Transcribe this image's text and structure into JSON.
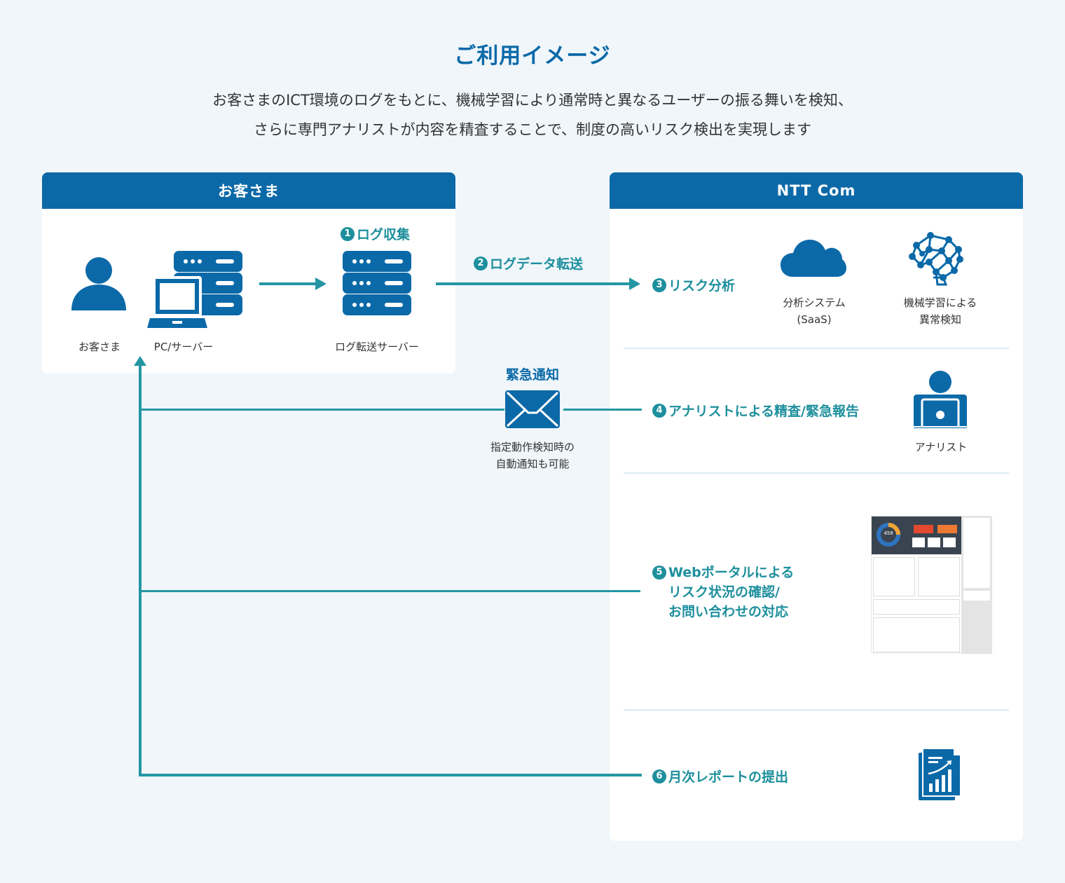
{
  "header": {
    "title": "ご利用イメージ",
    "subtitle_line1": "お客さまのICT環境のログをもとに、機械学習により通常時と異なるユーザーの振る舞いを検知、",
    "subtitle_line2": "さらに専門アナリストが内容を精査することで、制度の高いリスク検出を実現します"
  },
  "colors": {
    "primary_blue": "#0b69a8",
    "teal": "#1d8f9d",
    "background": "#f0f6fa"
  },
  "customer_panel": {
    "title": "お客さま",
    "nodes": [
      {
        "label": "お客さま",
        "icon": "person-icon"
      },
      {
        "label": "PC/サーバー",
        "icon": "laptop-server-icon"
      },
      {
        "label": "ログ転送サーバー",
        "icon": "server-icon"
      }
    ],
    "step1": {
      "num": "1",
      "label": "ログ収集"
    }
  },
  "transfer": {
    "step2": {
      "num": "2",
      "label": "ログデータ転送"
    }
  },
  "ntt_panel": {
    "title": "NTT Com",
    "step3": {
      "num": "3",
      "label": "リスク分析"
    },
    "analysis_items": [
      {
        "label_line1": "分析システム",
        "label_line2": "(SaaS)",
        "icon": "cloud-icon"
      },
      {
        "label_line1": "機械学習による",
        "label_line2": "異常検知",
        "icon": "neural-brain-icon"
      }
    ],
    "step4": {
      "num": "4",
      "label": "アナリストによる精査/緊急報告"
    },
    "analyst": {
      "label": "アナリスト",
      "icon": "analyst-laptop-icon"
    },
    "step5": {
      "num": "5",
      "line1": "Webポータルによる",
      "line2": "リスク状況の確認/",
      "line3": "お問い合わせの対応"
    },
    "portal": {
      "donut_value": "458"
    },
    "step6": {
      "num": "6",
      "label": "月次レポートの提出"
    },
    "report": {
      "icon": "report-chart-icon"
    }
  },
  "notification": {
    "title": "緊急通知",
    "note_line1": "指定動作検知時の",
    "note_line2": "自動通知も可能",
    "icon": "mail-icon"
  }
}
